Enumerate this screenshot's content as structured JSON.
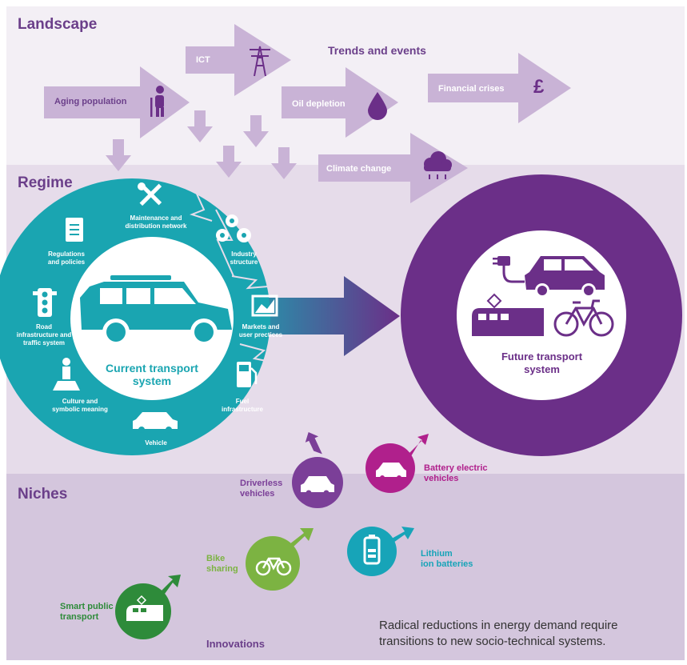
{
  "sections": {
    "landscape": "Landscape",
    "regime": "Regime",
    "niches": "Niches"
  },
  "landscape": {
    "heading": "Trends and events",
    "trends": [
      {
        "label": "Aging population",
        "icon": "elderly-person-icon"
      },
      {
        "label": "ICT",
        "icon": "transmission-tower-icon"
      },
      {
        "label": "Oil depletion",
        "icon": "oil-drop-icon"
      },
      {
        "label": "Financial crises",
        "icon": "pound-sign-icon"
      },
      {
        "label": "Climate change",
        "icon": "rain-cloud-icon"
      }
    ],
    "pound_symbol": "£"
  },
  "regime": {
    "current": {
      "title_line1": "Current transport",
      "title_line2": "system",
      "elements": [
        {
          "line1": "Maintenance and",
          "line2": "distribution network",
          "icon": "wrench-screwdriver-icon"
        },
        {
          "line1": "Industry",
          "line2": "structure",
          "icon": "gears-icon"
        },
        {
          "line1": "Markets and",
          "line2": "user prectices",
          "icon": "market-chart-icon"
        },
        {
          "line1": "Fuel",
          "line2": "infrastructure",
          "icon": "fuel-pump-icon"
        },
        {
          "line1": "Vehicle",
          "line2": "",
          "icon": "car-icon"
        },
        {
          "line1": "Culture and",
          "line2": "symbolic meaning",
          "icon": "statue-icon"
        },
        {
          "line1": "Road",
          "line2": "infrastructure and",
          "line3": "traffic system",
          "icon": "traffic-light-icon"
        },
        {
          "line1": "Regulations",
          "line2": "and policies",
          "icon": "document-icon"
        }
      ]
    },
    "future": {
      "title_line1": "Future transport",
      "title_line2": "system"
    }
  },
  "niches": {
    "heading": "Innovations",
    "items": [
      {
        "line1": "Smart public",
        "line2": "transport",
        "color": "#2e8b3a",
        "icon": "tram-icon"
      },
      {
        "line1": "Bike",
        "line2": "sharing",
        "color": "#7cb342",
        "icon": "bicycle-icon"
      },
      {
        "line1": "Driverless",
        "line2": "vehicles",
        "color": "#7b3f98",
        "icon": "car-icon"
      },
      {
        "line1": "Lithium",
        "line2": "ion batteries",
        "color": "#17a4b8",
        "icon": "battery-icon"
      },
      {
        "line1": "Battery electric",
        "line2": "vehicles",
        "color": "#b0208c",
        "icon": "electric-car-icon"
      }
    ]
  },
  "caption": {
    "line1": "Radical reductions in energy demand require",
    "line2": "transitions to new socio-technical systems."
  },
  "colors": {
    "landscape_bg": "#f3eff5",
    "regime_bg": "#e6dcea",
    "niches_bg": "#d4c6dd",
    "arrow_light": "#c9b3d6",
    "current_system": "#1aa5b1",
    "future_system": "#6b2f88",
    "title_purple": "#6b3f8a"
  }
}
